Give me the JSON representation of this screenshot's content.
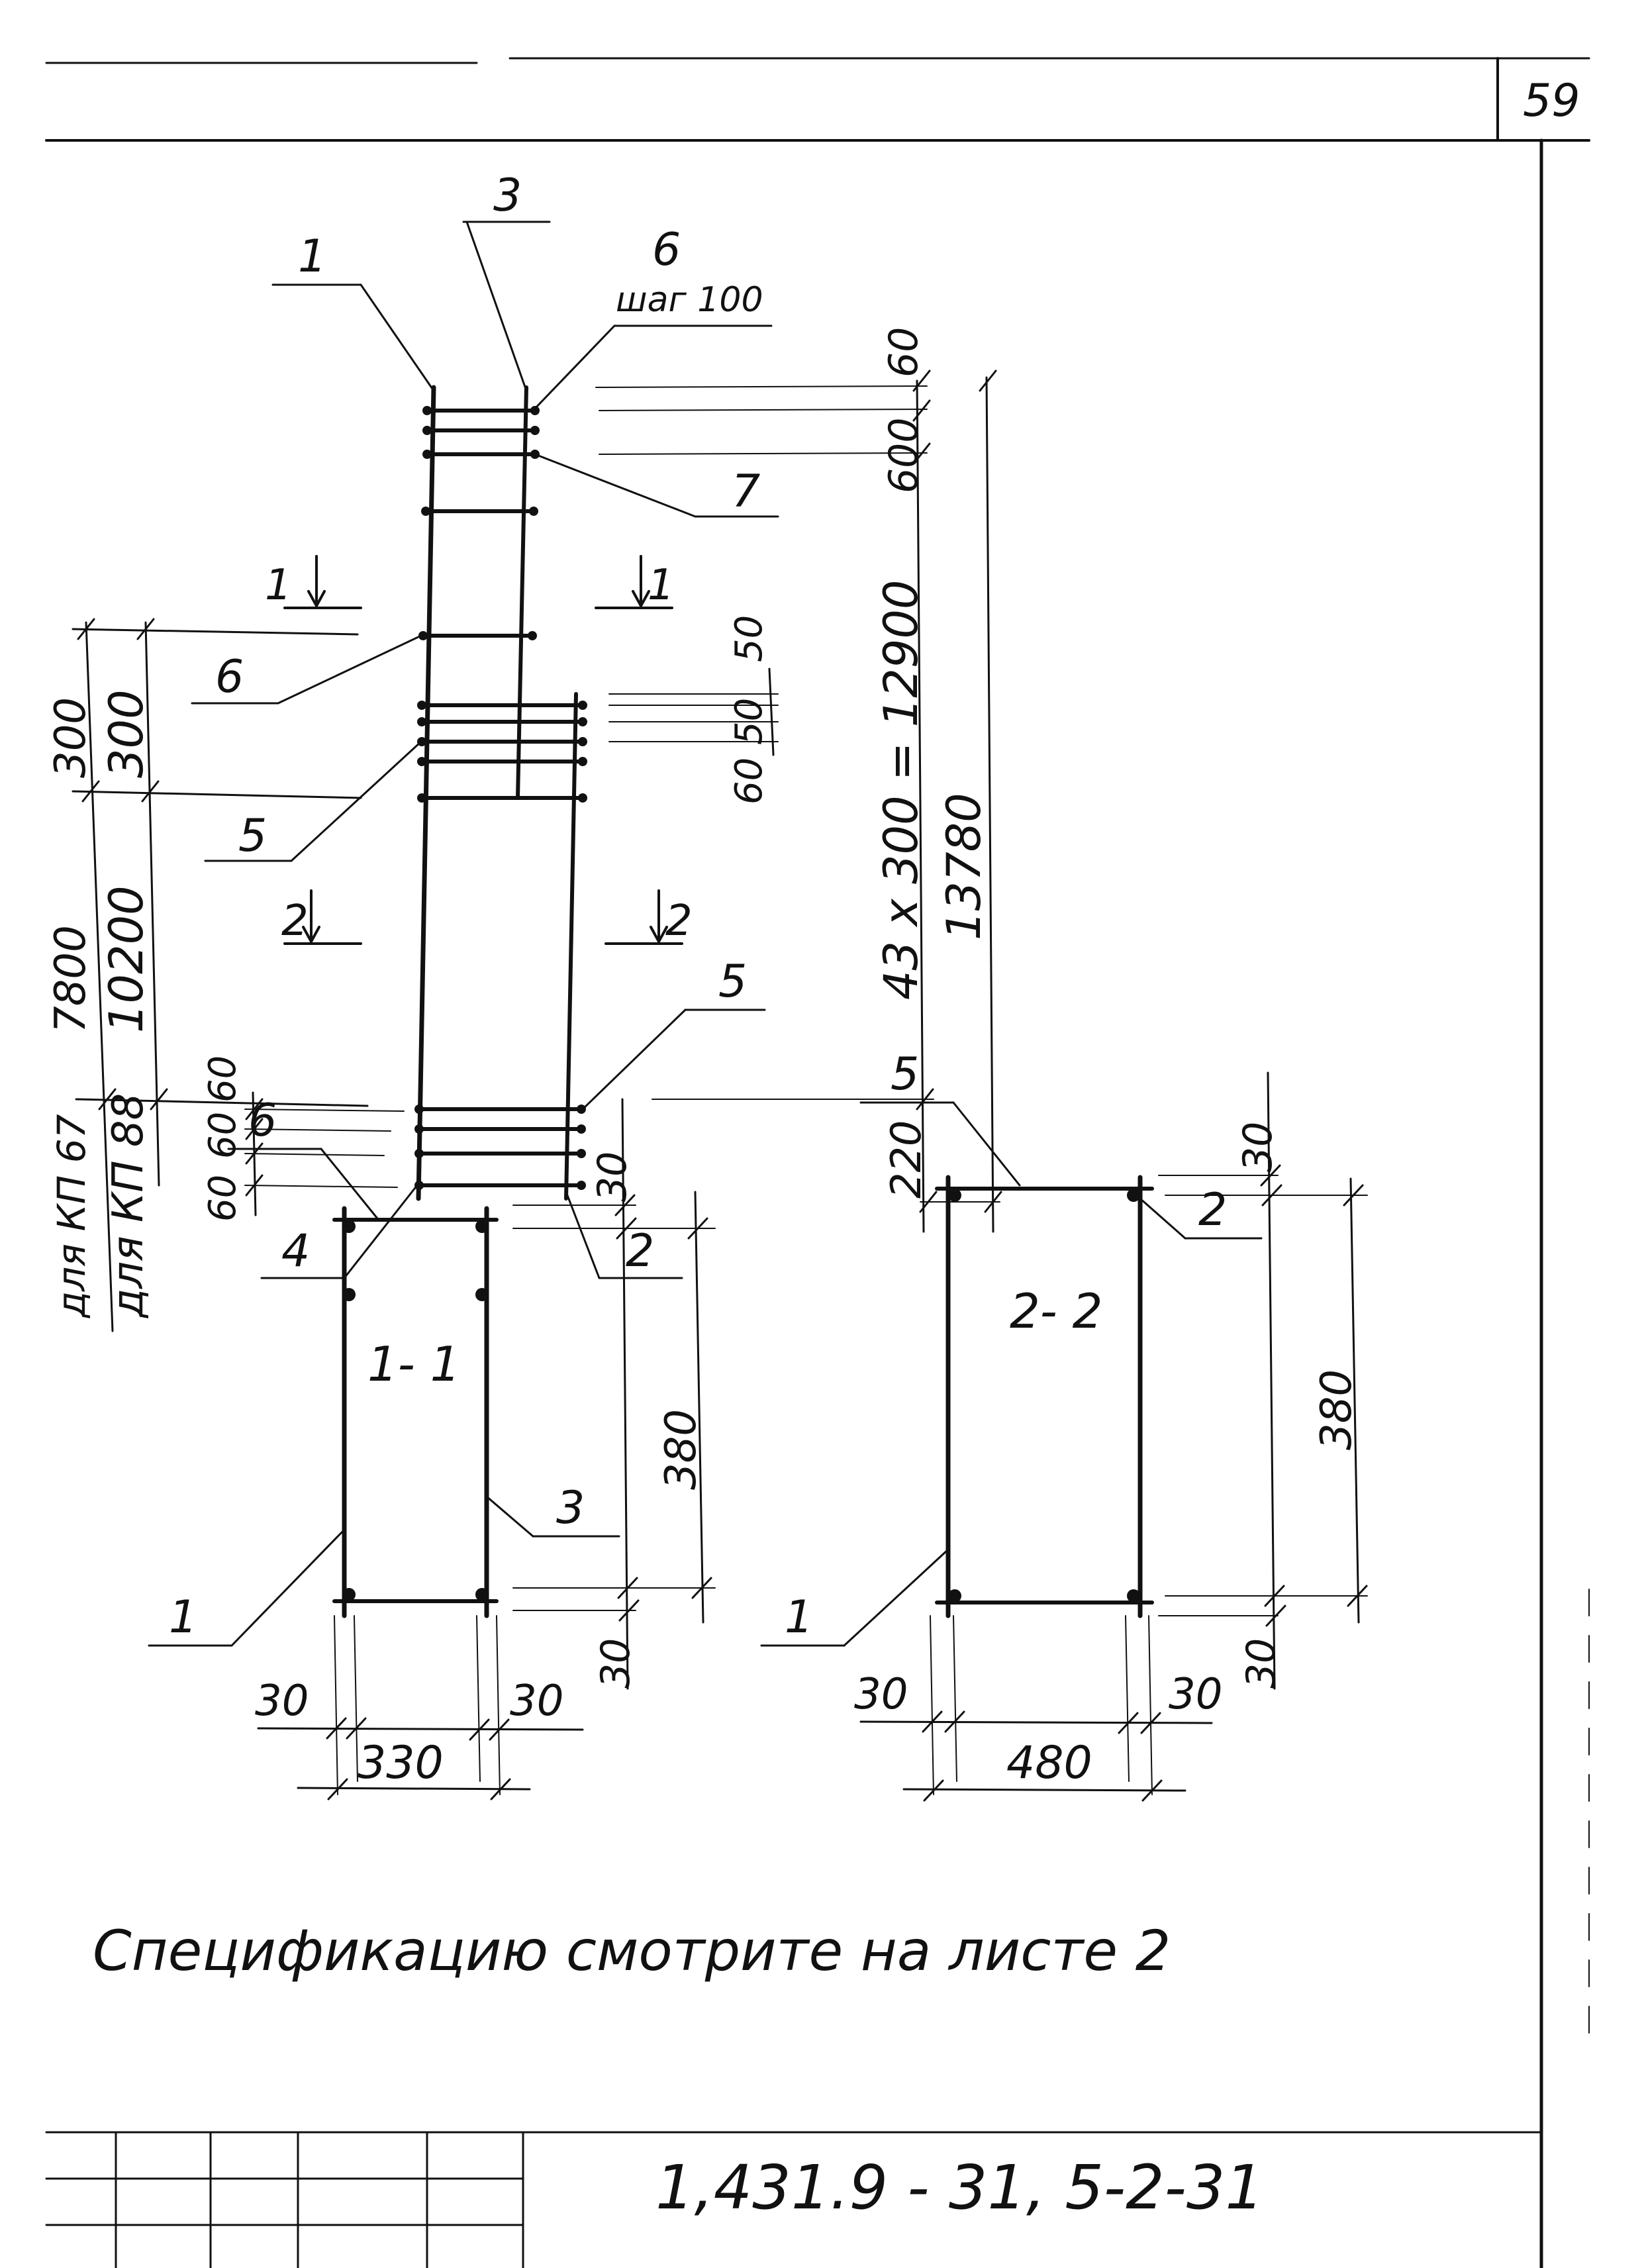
{
  "sheet": {
    "page_number": "59",
    "document_code": "1,431.9 - 31, 5-2-31",
    "note": "Спецификацию смотрите на листе 2"
  },
  "elevation": {
    "labels": {
      "bar_1": "1",
      "bar_2": "2",
      "bar_3": "3",
      "bar_4": "4",
      "bar_5_upper": "5",
      "bar_5_lower": "5",
      "bar_6_top": "6",
      "bar_6_mid": "6",
      "bar_7": "7",
      "step_note": "шаг 100"
    },
    "section_marks": {
      "s1_left": "1",
      "s1_right": "1",
      "s2_left": "2",
      "s2_right": "2"
    },
    "left_dims": {
      "d300": "300",
      "d300_clipped": "300",
      "d10200": "10200",
      "d7800_clipped": "7800",
      "d60a": "60",
      "d60b": "60",
      "d60c": "60",
      "label_88": "для КП 88",
      "label_67_clipped": "для КП 67"
    },
    "right_dims": {
      "d60_top": "60",
      "d600": "600",
      "d_chain": "43 x 300 = 12900",
      "d13780": "13780",
      "d220": "220",
      "d60_mid": "60",
      "d50a": "50",
      "d50b": "50"
    }
  },
  "section_1_1": {
    "title": "1- 1",
    "labels": {
      "bar_6": "6",
      "bar_1": "1",
      "bar_3": "3"
    },
    "dims": {
      "top": "30",
      "height": "380",
      "bottom": "30",
      "left": "30",
      "right": "30",
      "width": "330"
    }
  },
  "section_2_2": {
    "title": "2- 2",
    "labels": {
      "bar_5": "5",
      "bar_1": "1",
      "bar_2": "2"
    },
    "dims": {
      "top": "30",
      "height": "380",
      "bottom": "30",
      "left": "30",
      "right": "30",
      "width": "480"
    }
  }
}
